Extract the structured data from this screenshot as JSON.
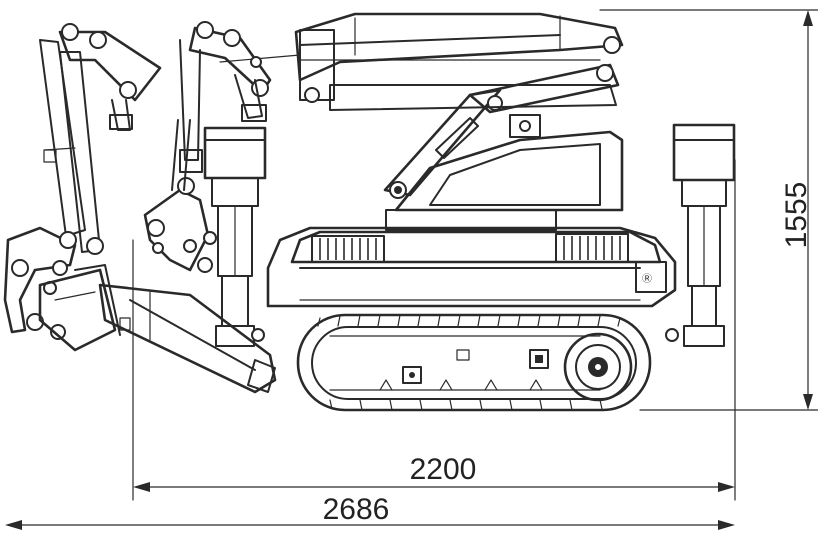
{
  "dimensions": {
    "height_label": "1555",
    "inner_length_label": "2200",
    "overall_length_label": "2686"
  },
  "colors": {
    "line": "#2a2a2a",
    "background": "#ffffff"
  }
}
